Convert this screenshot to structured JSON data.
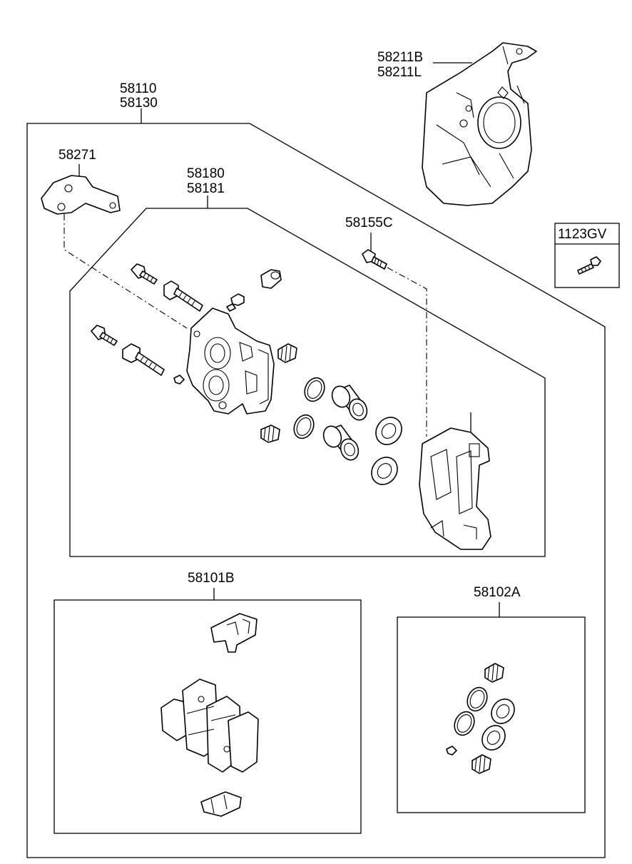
{
  "labels": {
    "assembly_line1": "58110",
    "assembly_line2": "58130",
    "dust_cover_line1": "58211B",
    "dust_cover_line2": "58211L",
    "bracket": "58271",
    "caliper_line1": "58180",
    "caliper_line2": "58181",
    "bolt": "58155C",
    "screw_box": "1123GV",
    "pad_kit": "58101B",
    "seal_kit": "58102A"
  },
  "colors": {
    "line": "#000000",
    "background": "#ffffff"
  }
}
